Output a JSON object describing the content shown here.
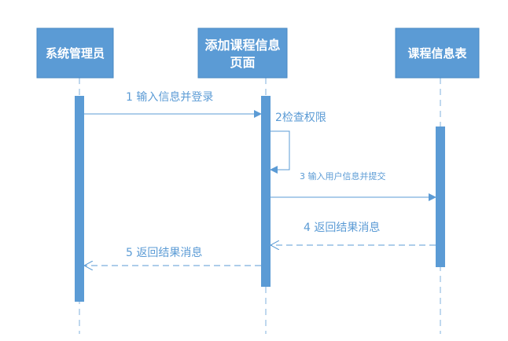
{
  "colors": {
    "accent": "#5b9bd5",
    "box_border": "#4a88c2",
    "lifeline": "#7fb0de"
  },
  "participants": [
    {
      "lines": [
        "系统管理员"
      ]
    },
    {
      "lines": [
        "添加课程信息",
        "页面"
      ]
    },
    {
      "lines": [
        "课程信息表"
      ]
    }
  ],
  "messages": [
    {
      "label": "1 输入信息并登录",
      "style": "solid"
    },
    {
      "label": "2检查权限",
      "style": "self"
    },
    {
      "label": "3 输入用户信息并提交",
      "style": "solid"
    },
    {
      "label": "4 返回结果消息",
      "style": "dashed"
    },
    {
      "label": "5 返回结果消息",
      "style": "dashed"
    }
  ]
}
